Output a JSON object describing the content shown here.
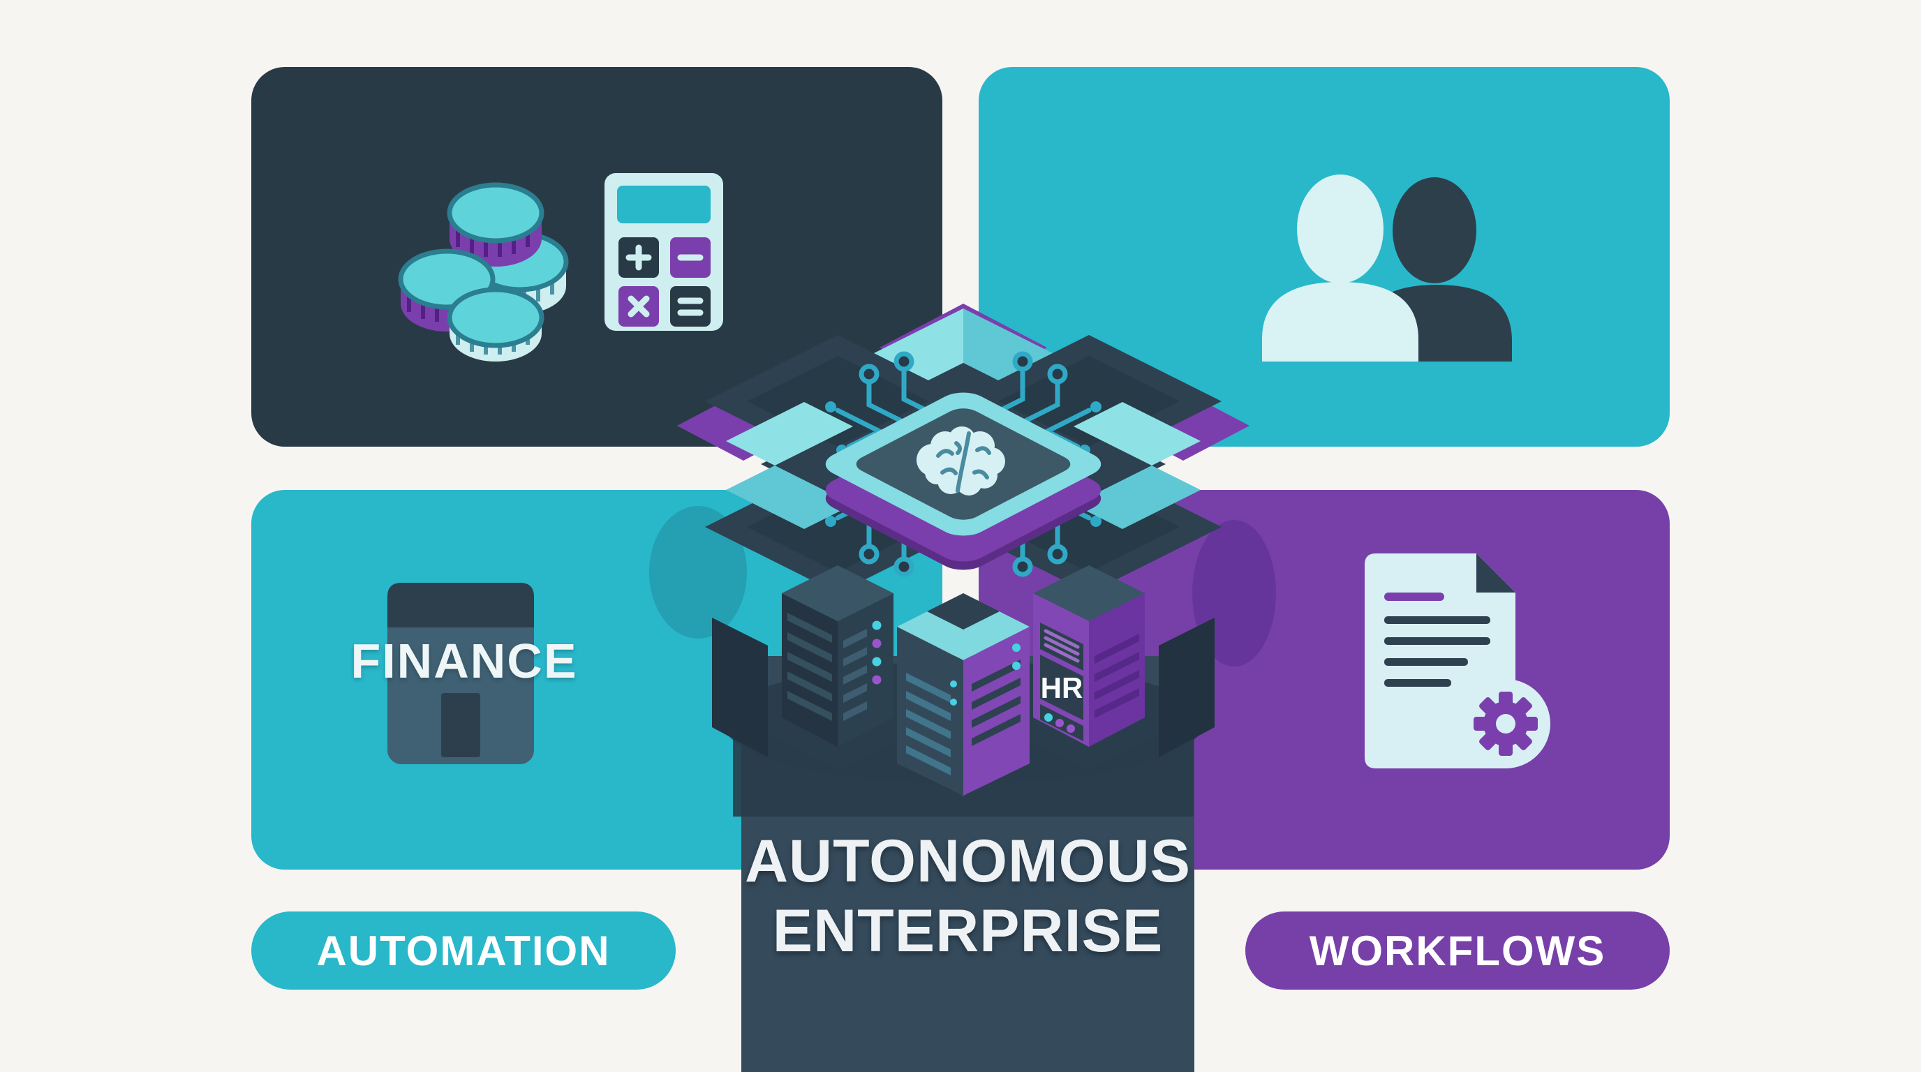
{
  "background_color": "#f7f5f2",
  "cards": {
    "top_left": {
      "color": "#293a47",
      "icons": [
        "coins-icon",
        "calculator-icon"
      ]
    },
    "top_right": {
      "color": "#29b7ca",
      "icons": [
        "people-icon"
      ]
    },
    "bottom_left": {
      "color": "#29b7ca",
      "label": "FINANCE",
      "icons": [
        "store-icon"
      ]
    },
    "bottom_right": {
      "color": "#7740a9",
      "icons": [
        "document-gear-icon"
      ]
    }
  },
  "badges": {
    "automation": {
      "label": "AUTOMATION",
      "color": "#29b7ca"
    },
    "workflows": {
      "label": "WORKFLOWS",
      "color": "#7740a9"
    }
  },
  "center": {
    "title_line1": "AUTONOMOUS",
    "title_line2": "ENTERPRISE",
    "hr_server_label": "HR",
    "column_color": "#354b5c"
  },
  "calculator": {
    "button_symbols": [
      "+",
      "−",
      "×",
      "="
    ]
  },
  "colors": {
    "dark_slate": "#293a47",
    "teal": "#29b7ca",
    "purple": "#7740a9",
    "light_cyan": "#d8f0f4",
    "circuit_teal": "#2fa9c6",
    "chip_ring_teal": "#85dce2",
    "chip_purple_depth": "#6f37a0",
    "led_cyan": "#46d2e2",
    "led_purple": "#9a55cc",
    "coin_top_teal": "#5fd3da",
    "title_text": "#eef2f4"
  }
}
